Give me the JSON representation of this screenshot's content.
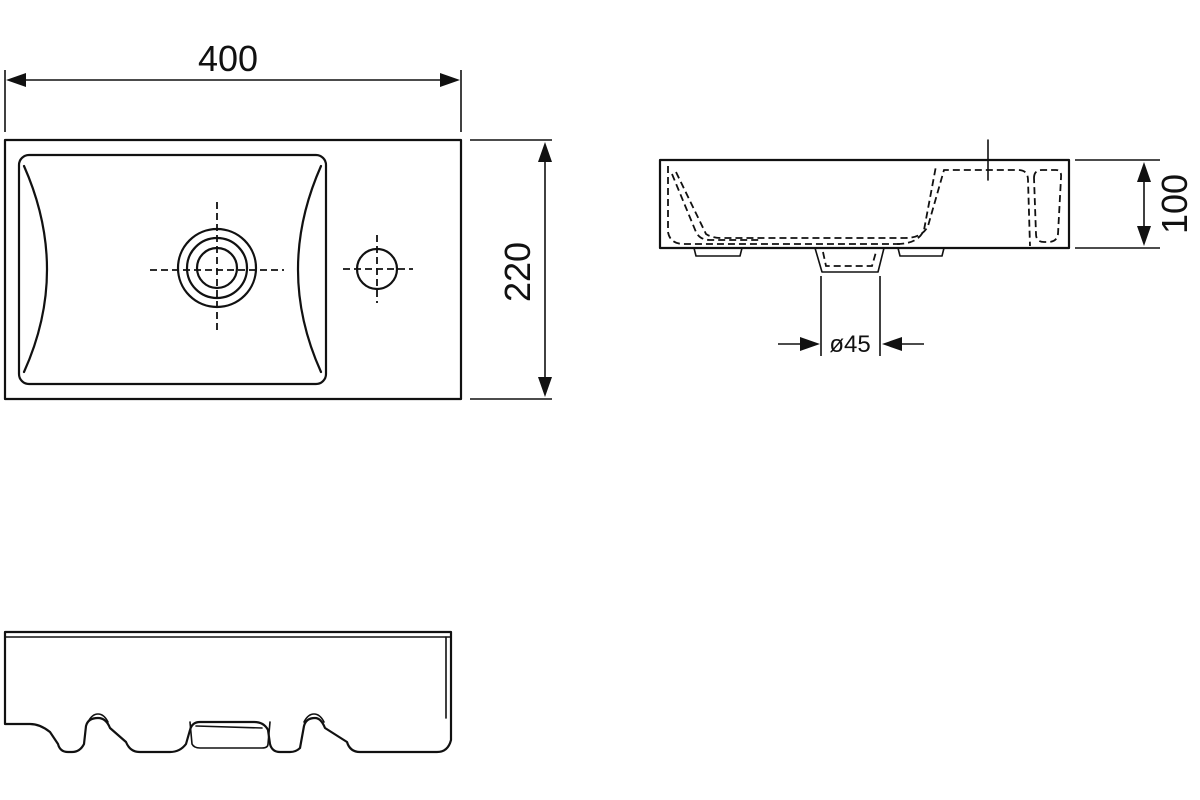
{
  "dimensions": {
    "width": "400",
    "depth": "220",
    "height": "100",
    "drain": "ø45"
  }
}
